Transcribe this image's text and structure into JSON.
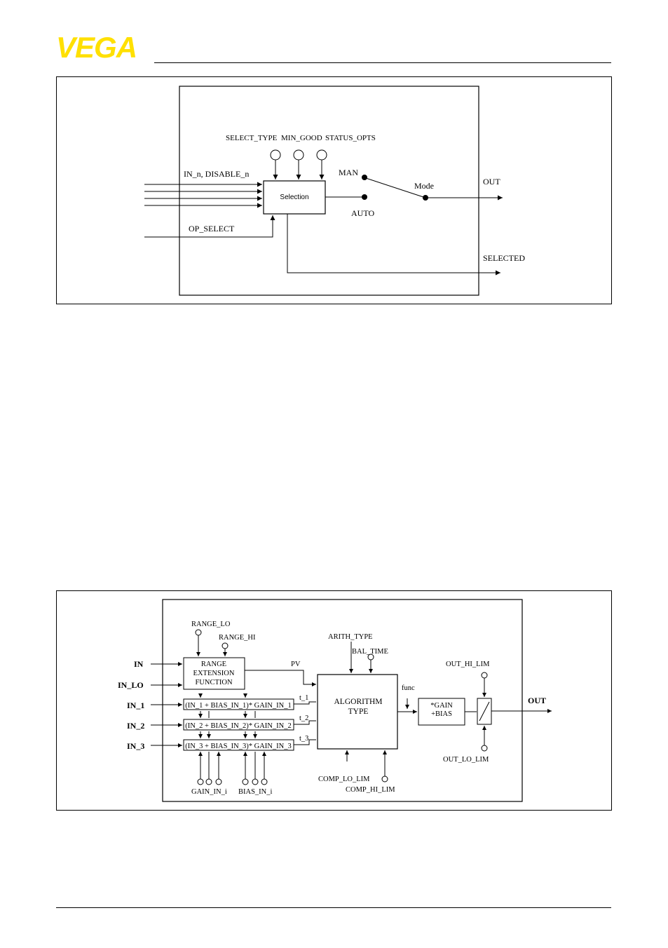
{
  "header": {
    "logo_text": "VEGA",
    "brand_color": "#ffe000"
  },
  "figure1": {
    "inputs_label": "IN_n, DISABLE_n",
    "op_select_label": "OP_SELECT",
    "param_labels": {
      "select_type": "SELECT_TYPE",
      "min_good": "MIN_GOOD",
      "status_opts": "STATUS_OPTS"
    },
    "selection_label": "Selection",
    "man_label": "MAN",
    "auto_label": "AUTO",
    "mode_label": "Mode",
    "out_label": "OUT",
    "selected_label": "SELECTED"
  },
  "figure2": {
    "in_label": "IN",
    "in_lo_label": "IN_LO",
    "in_1_label": "IN_1",
    "in_2_label": "IN_2",
    "in_3_label": "IN_3",
    "range_lo_label": "RANGE_LO",
    "range_hi_label": "RANGE_HI",
    "range_block_line1": "RANGE",
    "range_block_line2": "EXTENSION",
    "range_block_line3": "FUNCTION",
    "pv_label": "PV",
    "formula_1": "(IN_1 + BIAS_IN_1)* GAIN_IN_1",
    "formula_2": "(IN_2 + BIAS_IN_2)* GAIN_IN_2",
    "formula_3": "(IN_3 + BIAS_IN_3)* GAIN_IN_3",
    "t1_label": "t_1",
    "t2_label": "t_2",
    "t3_label": "t_3",
    "gain_in_i_label": "GAIN_IN_i",
    "bias_in_i_label": "BIAS_IN_i",
    "arith_type_label": "ARITH_TYPE",
    "bal_time_label": "BAL_TIME",
    "algorithm_line1": "ALGORITHM",
    "algorithm_line2": "TYPE",
    "func_label": "func",
    "comp_lo_lim_label": "COMP_LO_LIM",
    "comp_hi_lim_label": "COMP_HI_LIM",
    "gain_block_line1": "*GAIN",
    "gain_block_line2": "+BIAS",
    "out_hi_lim_label": "OUT_HI_LIM",
    "out_lo_lim_label": "OUT_LO_LIM",
    "out_label": "OUT"
  }
}
